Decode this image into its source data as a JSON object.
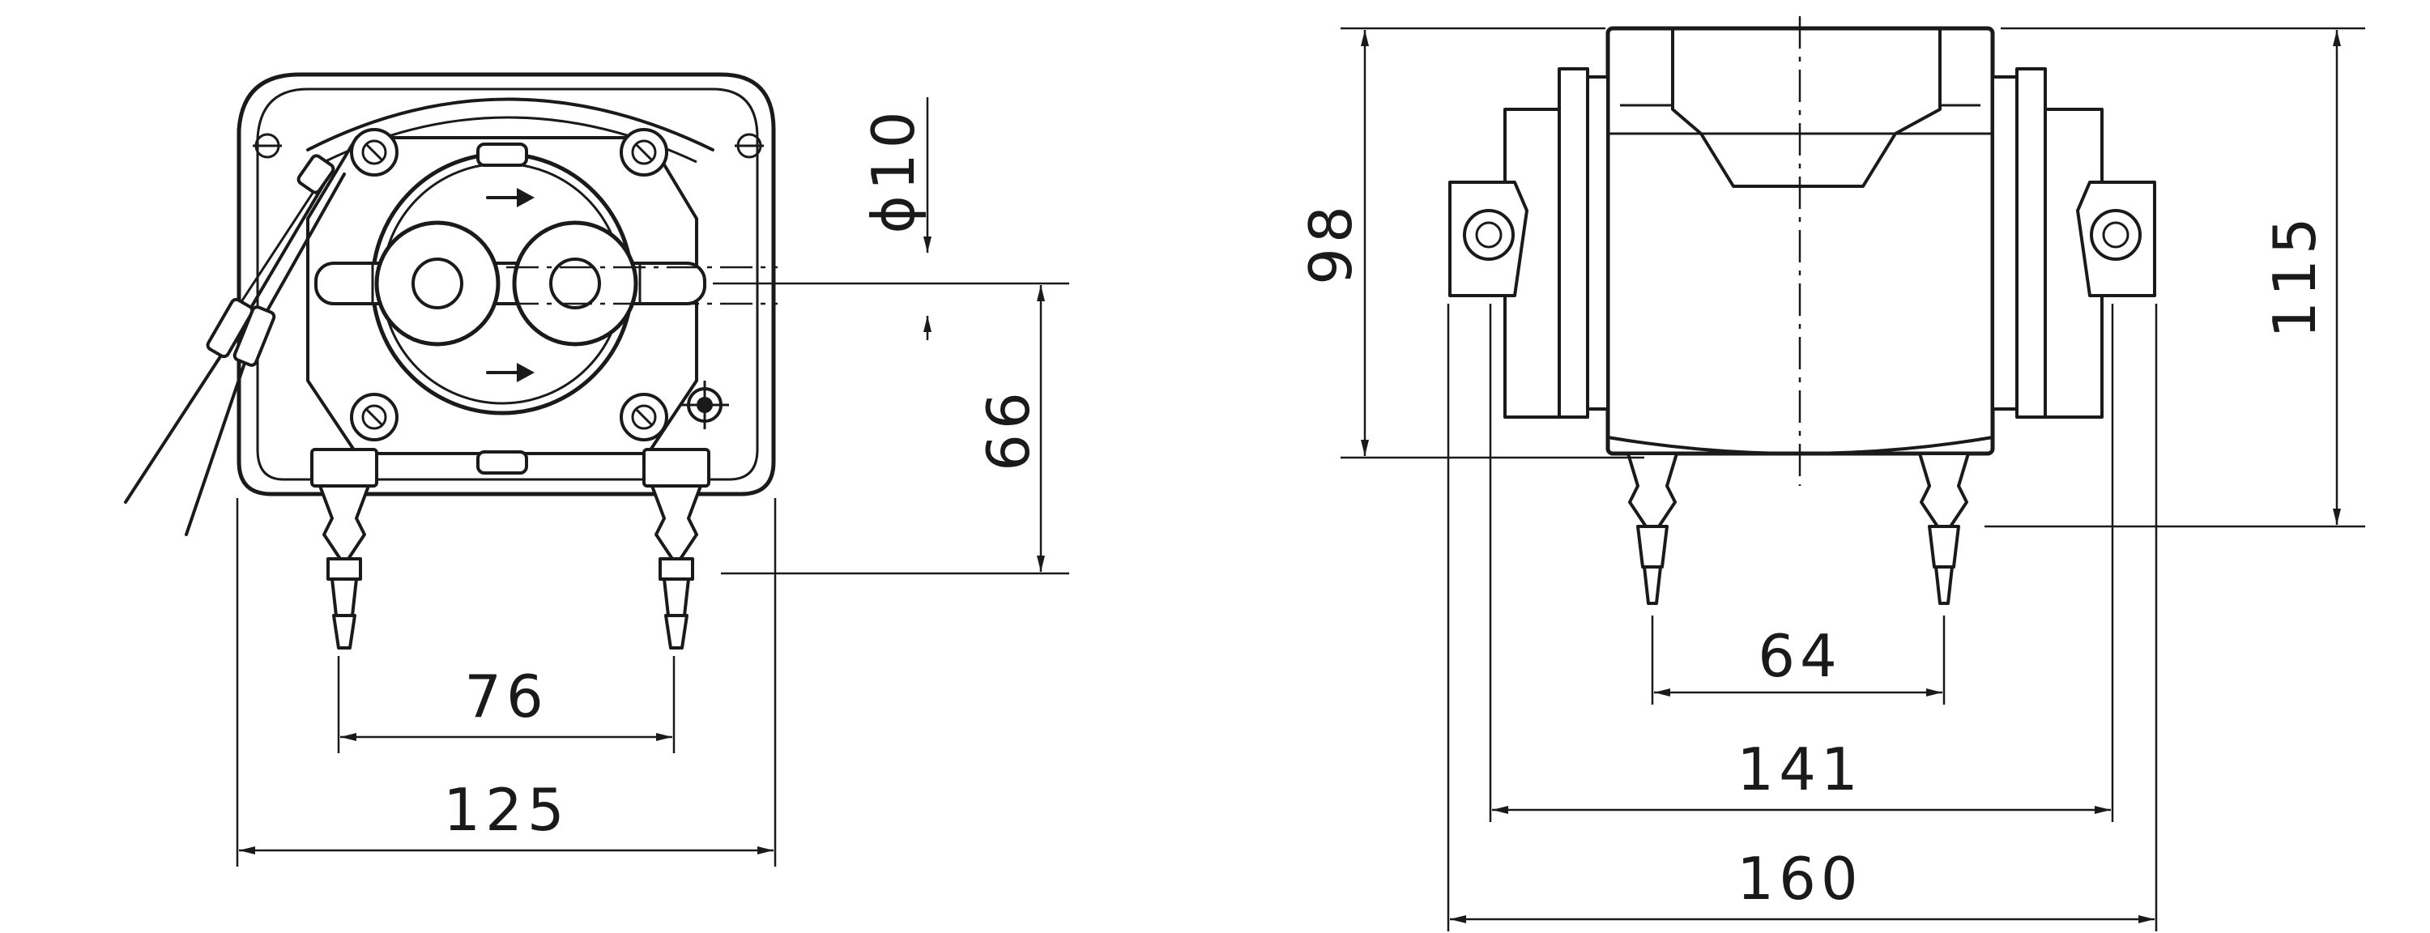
{
  "front_view": {
    "dim_width_overall": "125",
    "dim_port_spacing": "76",
    "dim_height": "66",
    "dim_port_diameter": "ϕ10"
  },
  "side_view": {
    "dim_height_body": "98",
    "dim_height_overall": "115",
    "dim_port_spacing": "64",
    "dim_mount_width": "141",
    "dim_width_overall": "160"
  }
}
